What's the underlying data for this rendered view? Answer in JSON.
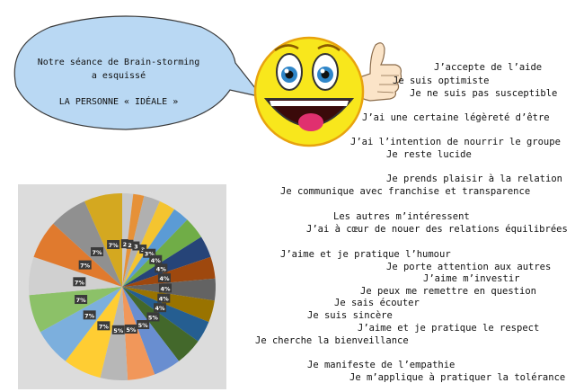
{
  "bubble": {
    "line1": "Notre séance de Brain-storming",
    "line2": "a esquissé",
    "line3": "LA PERSONNE « IDÉALE »"
  },
  "colors": {
    "bubble_fill": "#b9d8f3",
    "bubble_stroke": "#3a3a3a",
    "smiley_yellow": "#f8e71c",
    "smiley_outline": "#e8a30e",
    "eye_iris": "#2f86c9",
    "pie_bg": "#dcdcdc"
  },
  "phrases": [
    "J’accepte de l’aide",
    "Je suis optimiste",
    "Je ne suis pas susceptible",
    "J’ai une certaine légèreté d’être",
    "J’ai l’intention de nourrir le groupe",
    "Je reste lucide",
    "Je prends plaisir à la relation",
    "Je communique avec franchise et transparence",
    "Les autres m’intéressent",
    "J’ai à cœur de nouer des relations équilibrées",
    "J’aime et je pratique l’humour",
    "Je porte attention aux autres",
    "J’aime m’investir",
    "Je peux me remettre en question",
    "Je sais écouter",
    "Je suis sincère",
    "J’aime et je pratique le respect",
    "Je cherche la bienveillance",
    "Je manifeste de l’empathie",
    "Je m’applique à pratiquer la tolérance"
  ],
  "chart_data": {
    "type": "pie",
    "title": "",
    "slices": [
      {
        "label": "2",
        "value": 2,
        "color": "#c9c9c9"
      },
      {
        "label": "2",
        "value": 2,
        "color": "#e69138"
      },
      {
        "label": "3",
        "value": 3,
        "color": "#b0b0b0"
      },
      {
        "label": "3",
        "value": 3,
        "color": "#f4c430"
      },
      {
        "label": "3%",
        "value": 3,
        "color": "#5b9bd5"
      },
      {
        "label": "4%",
        "value": 4,
        "color": "#70ad47"
      },
      {
        "label": "4%",
        "value": 4,
        "color": "#264478"
      },
      {
        "label": "4%",
        "value": 4,
        "color": "#9e480e"
      },
      {
        "label": "4%",
        "value": 4,
        "color": "#636363"
      },
      {
        "label": "4%",
        "value": 4,
        "color": "#997300"
      },
      {
        "label": "4%",
        "value": 4,
        "color": "#255e91"
      },
      {
        "label": "5%",
        "value": 5,
        "color": "#43682b"
      },
      {
        "label": "5%",
        "value": 5,
        "color": "#698ed0"
      },
      {
        "label": "5%",
        "value": 5,
        "color": "#f1975a"
      },
      {
        "label": "5%",
        "value": 5,
        "color": "#b7b7b7"
      },
      {
        "label": "7%",
        "value": 7,
        "color": "#ffcd33"
      },
      {
        "label": "7%",
        "value": 7,
        "color": "#7cafdd"
      },
      {
        "label": "7%",
        "value": 7,
        "color": "#8cc168"
      },
      {
        "label": "7%",
        "value": 7,
        "color": "#d0d0d0"
      },
      {
        "label": "7%",
        "value": 7,
        "color": "#e07a2e"
      },
      {
        "label": "7%",
        "value": 7,
        "color": "#909090"
      },
      {
        "label": "7%",
        "value": 7,
        "color": "#d4a820"
      }
    ]
  }
}
